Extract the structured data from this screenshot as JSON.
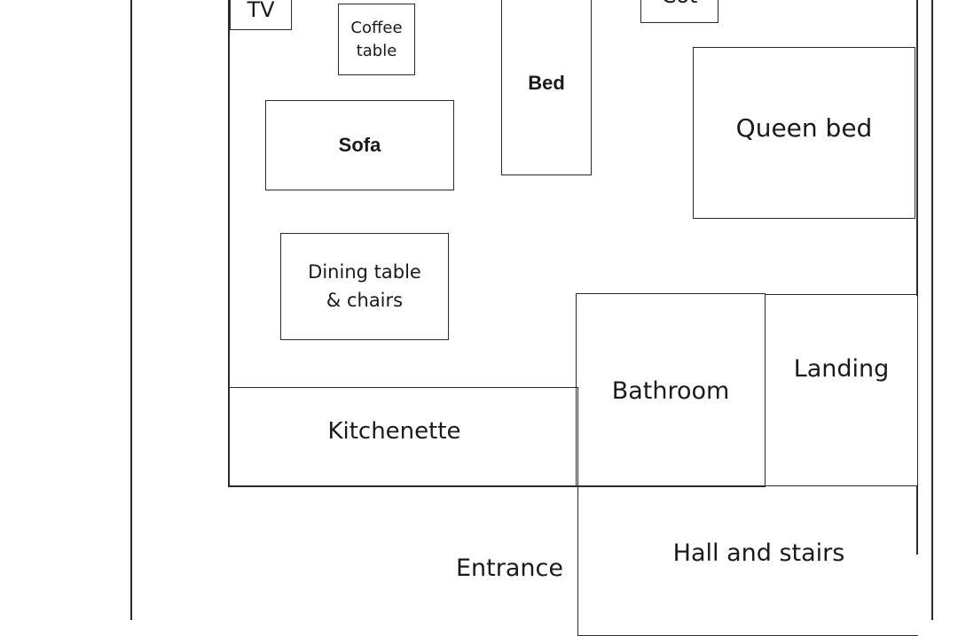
{
  "plan": {
    "tv": "TV",
    "coffee_table": "Coffee\ntable",
    "bed": "Bed",
    "cot": "Cot",
    "queen_bed": "Queen bed",
    "sofa": "Sofa",
    "dining": "Dining table\n& chairs",
    "bathroom": "Bathroom",
    "landing": "Landing",
    "kitchenette": "Kitchenette",
    "hall_and_stairs": "Hall and stairs",
    "entrance": "Entrance"
  }
}
